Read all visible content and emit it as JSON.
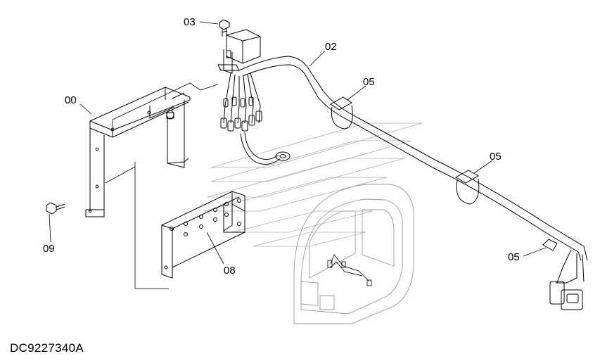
{
  "drawing_code": "DC9227340A",
  "callouts": [
    {
      "id": "part-00",
      "text": "00"
    },
    {
      "id": "part-02",
      "text": "02"
    },
    {
      "id": "part-03",
      "text": "03"
    },
    {
      "id": "part-05a",
      "text": "05"
    },
    {
      "id": "part-05b",
      "text": "05"
    },
    {
      "id": "part-05c",
      "text": "05"
    },
    {
      "id": "part-08",
      "text": "08"
    },
    {
      "id": "part-09",
      "text": "09"
    }
  ]
}
